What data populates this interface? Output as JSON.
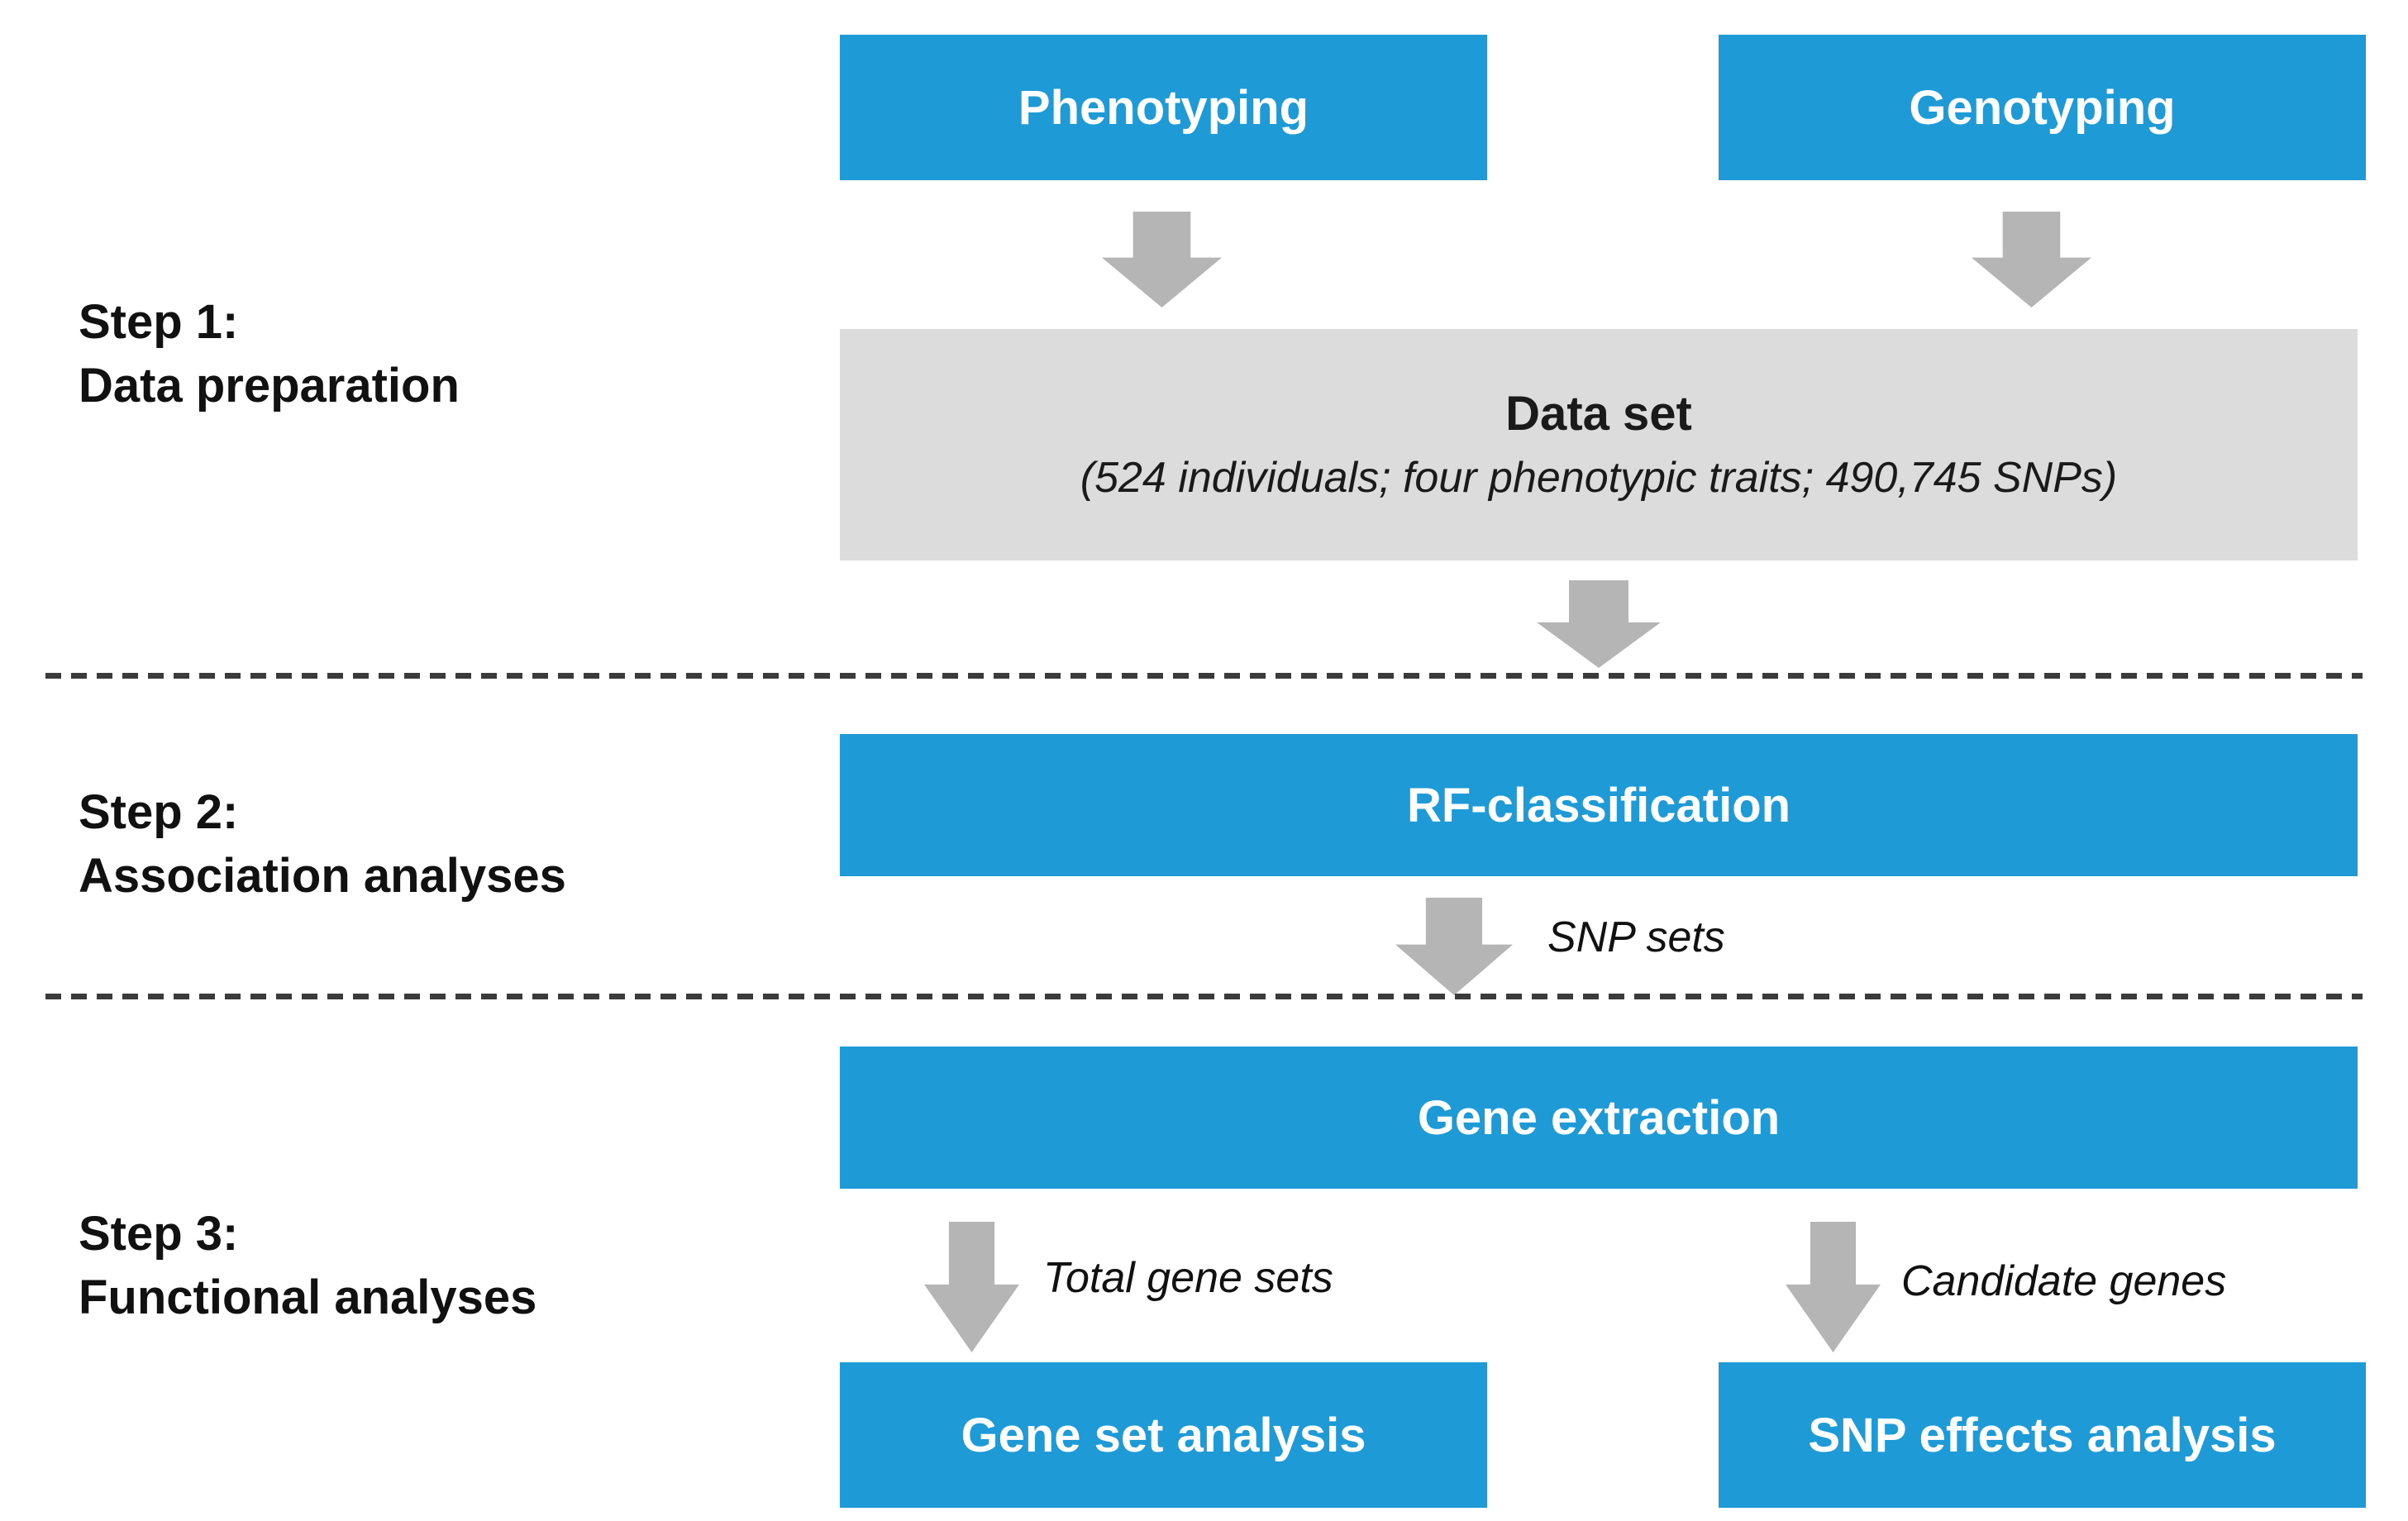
{
  "diagram": {
    "steps": [
      {
        "line1": "Step 1:",
        "line2": "Data preparation"
      },
      {
        "line1": "Step 2:",
        "line2": "Association analyses"
      },
      {
        "line1": "Step 3:",
        "line2": "Functional analyses"
      }
    ],
    "nodes": {
      "phenotyping": "Phenotyping",
      "genotyping": "Genotyping",
      "dataset_title": "Data set",
      "dataset_subtitle": "(524 individuals; four phenotypic traits; 490,745 SNPs)",
      "rf_classification": "RF-classification",
      "gene_extraction": "Gene extraction",
      "gene_set_analysis": "Gene set analysis",
      "snp_effects_analysis": "SNP effects analysis"
    },
    "edge_labels": {
      "snp_sets": "SNP sets",
      "total_gene_sets": "Total gene sets",
      "candidate_genes": "Candidate genes"
    },
    "colors": {
      "box_blue": "#1E9AD6",
      "box_gray": "#DCDCDC",
      "arrow_gray": "#B5B5B5",
      "divider": "#3B3B3B",
      "label_text": "#111111",
      "box_text": "#FFFFFF"
    }
  }
}
